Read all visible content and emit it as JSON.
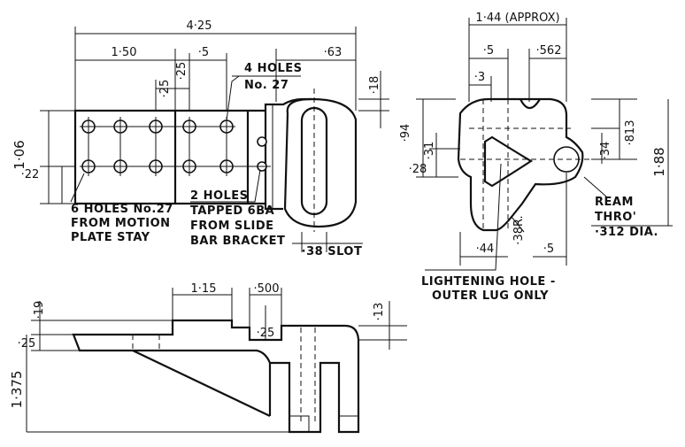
{
  "title": "",
  "dimensions": {
    "overall_length": "4·25",
    "left_span": "1·50",
    "pitch_a": "·25",
    "pitch_b": "·5",
    "pitch_c": "·25",
    "boss_offset": "·63",
    "top_step": "·18",
    "height": "1·06",
    "bottom_offset": "·22",
    "side_approx": "1·44 (APPROX)",
    "side_five": "·5",
    "side_562": "·562",
    "side_three": "·3",
    "side_94": "·94",
    "side_31": "·31",
    "side_28": "·28",
    "side_34": "·34",
    "side_813": "·813",
    "side_188": "1·88",
    "side_44": "·44",
    "side_38r": "·38R.",
    "side_five_b": "·5",
    "slot": "·38 SLOT",
    "plan_115": "1·15",
    "plan_500": "·500",
    "plan_19": "·19",
    "plan_25a": "·25",
    "plan_25b": "·25",
    "plan_13": "·13",
    "plan_1375": "1·375"
  },
  "notes": {
    "holes4_line1": "4 HOLES",
    "holes4_line2": "No. 27",
    "holes6_line1": "6 HOLES No.27",
    "holes6_line2": "FROM MOTION",
    "holes6_line3": "PLATE STAY",
    "holes2_line1": "2 HOLES",
    "holes2_line2": "TAPPED 6BA",
    "holes2_line3": "FROM SLIDE",
    "holes2_line4": "BAR BRACKET",
    "ream_line1": "REAM",
    "ream_line2": "THRO'",
    "ream_line3": "·312 DIA.",
    "lighten_line1": "LIGHTENING HOLE -",
    "lighten_line2": "OUTER LUG ONLY"
  }
}
